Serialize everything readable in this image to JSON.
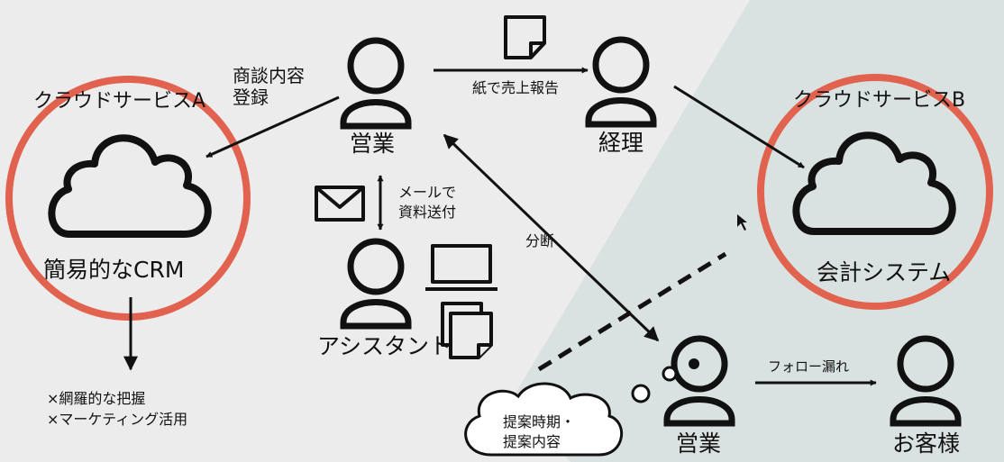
{
  "colors": {
    "background": "#ececec",
    "right_panel": "#d9e2e1",
    "ring_red": "#e0624f",
    "ink": "#111111"
  },
  "labels": {
    "cloud_a_title": "クラウドサービスA",
    "cloud_a_caption": "簡易的なCRM",
    "cloud_b_title": "クラウドサービスB",
    "cloud_b_caption": "会計システム",
    "person_sales_top": "営業",
    "person_accounting": "経理",
    "person_assistant": "アシスタント",
    "person_sales_bottom": "営業",
    "person_customer": "お客様",
    "arrow_register_line1": "商談内容",
    "arrow_register_line2": "登録",
    "arrow_paper_report": "紙で売上報告",
    "arrow_mail_line1": "メールで",
    "arrow_mail_line2": "資料送付",
    "arrow_split": "分断",
    "arrow_followup": "フォロー漏れ",
    "issue_line1": "×網羅的な把握",
    "issue_line2": "×マーケティング活用",
    "bubble_line1": "提案時期・",
    "bubble_line2": "提案内容"
  },
  "icons": [
    "cloud-icon",
    "person-icon",
    "document-icon",
    "mail-icon",
    "laptop-icon",
    "documents-icon",
    "thought-bubble-icon",
    "mouse-cursor-icon"
  ]
}
